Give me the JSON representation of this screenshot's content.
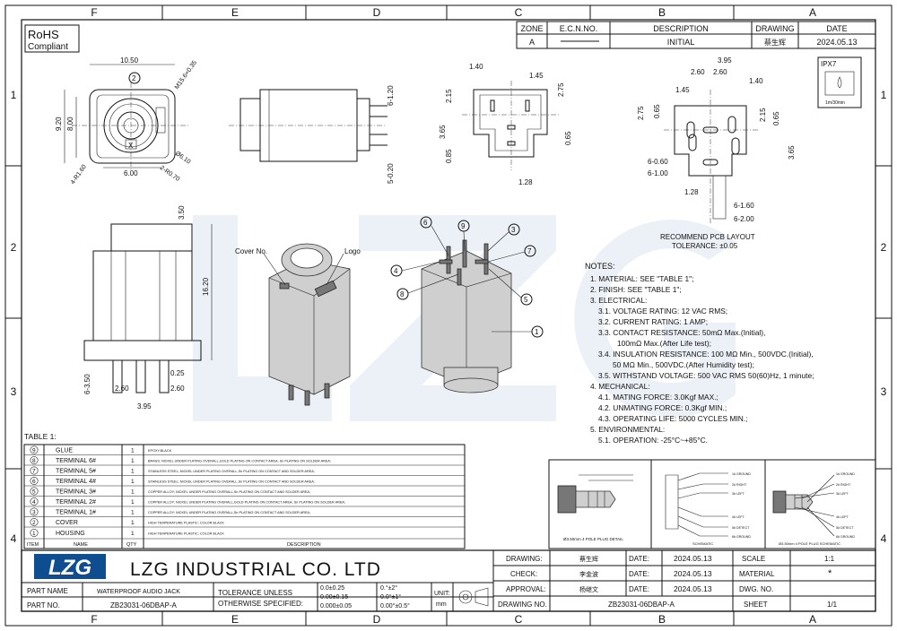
{
  "border": {
    "columns": [
      "F",
      "E",
      "D",
      "C",
      "B",
      "A"
    ],
    "rows": [
      "1",
      "2",
      "3",
      "4"
    ]
  },
  "rohs": {
    "line1": "RoHS",
    "line2": "Compliant"
  },
  "revision": {
    "headers": [
      "ZONE",
      "E.C.N.NO.",
      "DESCRIPTION",
      "DRAWING",
      "DATE"
    ],
    "row": {
      "zone": "A",
      "ecn": "",
      "description": "INITIAL",
      "drawing": "蔡生辉",
      "date": "2024.05.13"
    }
  },
  "dims_front": {
    "w": "10.50",
    "h1": "9.20",
    "h2": "8.00",
    "w2": "6.00",
    "thread": "M15.6×0.35",
    "dia": "Ø6.10",
    "r1": "4-R1.60",
    "r2": "2-R0.70",
    "balloon": "2",
    "mark": "X"
  },
  "dims_side": {
    "a": "6-1.20",
    "b": "5-0.20"
  },
  "dims_top": {
    "a": "1.40",
    "b": "1.45",
    "c": "2.75",
    "d": "2.15",
    "e": "3.65",
    "f": "0.85",
    "g": "0.65",
    "h": "1.28"
  },
  "pcb": {
    "dims": {
      "a": "3.95",
      "b": "2.60",
      "c": "2.60",
      "d": "1.45",
      "e": "1.40",
      "f": "2.75",
      "g": "0.65",
      "h": "2.15",
      "i": "0.65",
      "j": "3.65",
      "k": "6-0.60",
      "l": "6-1.00",
      "m": "1.28",
      "n": "6-1.60",
      "o": "6-2.00"
    },
    "title": "RECOMMEND PCB LAYOUT",
    "tolerance": "TOLERANCE: ±0.05",
    "ipx": "IPX7",
    "ipx_sub": "1m/30min"
  },
  "dims_front2": {
    "a": "3.50",
    "b": "16.20",
    "c": "0.25",
    "d": "6-3.50",
    "e": "2.60",
    "f": "2.60",
    "g": "3.95"
  },
  "iso_labels": {
    "cover": "Cover No.",
    "logo": "Logo"
  },
  "balloons": [
    "6",
    "9",
    "3",
    "7",
    "4",
    "8",
    "5",
    "1"
  ],
  "notes": {
    "title": "NOTES:",
    "lines": [
      "1. MATERIAL: SEE \"TABLE 1\";",
      "2. FINISH: SEE \"TABLE 1\";",
      "3. ELECTRICAL:",
      "3.1. VOLTAGE RATING: 12 VAC RMS;",
      "3.2. CURRENT RATING: 1 AMP;",
      "3.3. CONTACT RESISTANCE: 50mΩ Max.(Initial),",
      "100mΩ Max.(After Life test);",
      "3.4. INSULATION RESISTANCE: 100 MΩ Min., 500VDC.(Initial),",
      "50 MΩ Min., 500VDC.(After Humidity test);",
      "3.5. WITHSTAND VOLTAGE: 500 VAC RMS 50(60)Hz, 1 minute;",
      "4. MECHANICAL:",
      "4.1. MATING FORCE: 3.0Kgf MAX.;",
      "4.2. UNMATING FORCE: 0.3Kgf MIN.;",
      "4.3. OPERATING LIFE: 5000 CYCLES MIN.;",
      "5. ENVIRONMENTAL:",
      "5.1. OPERATION: -25°C~+85°C."
    ]
  },
  "table1": {
    "title": "TABLE 1:",
    "headers": [
      "ITEM",
      "NAME",
      "QTY",
      "DESCRIPTION"
    ],
    "rows": [
      {
        "item": "9",
        "name": "GLUE",
        "qty": "1",
        "desc": "EPOXY,BLACK"
      },
      {
        "item": "8",
        "name": "TERMINAL 6#",
        "qty": "1",
        "desc": "BRASS; NICKEL UNDER PLATING OVERALL,GOLD PLATING ON CONTACT AREA, Sn PLATING ON SOLDER AREA;"
      },
      {
        "item": "7",
        "name": "TERMINAL 5#",
        "qty": "1",
        "desc": "STAINLESS STEEL; NICKEL UNDER PLATING OVERALL,Sn PLATING ON CONTACT AND SOLDER AREA;"
      },
      {
        "item": "6",
        "name": "TERMINAL 4#",
        "qty": "1",
        "desc": "STAINLESS STEEL; NICKEL UNDER PLATING OVERALL,Sn PLATING ON CONTACT AND SOLDER AREA;"
      },
      {
        "item": "5",
        "name": "TERMINAL 3#",
        "qty": "1",
        "desc": "COPPER ALLOY; NICKEL UNDER PLATING OVERALL,Sn PLATING ON CONTACT AND SOLDER AREA;"
      },
      {
        "item": "4",
        "name": "TERMINAL 2#",
        "qty": "1",
        "desc": "COPPER ALLOY; NICKEL UNDER PLATING OVERALL,GOLD PLATING ON CONTACT AREA, Sn PLATING ON SOLDER AREA;"
      },
      {
        "item": "3",
        "name": "TERMINAL 1#",
        "qty": "1",
        "desc": "COPPER ALLOY; NICKEL UNDER PLATING OVERALL,Sn PLATING ON CONTACT AND SOLDER AREA;"
      },
      {
        "item": "2",
        "name": "COVER",
        "qty": "1",
        "desc": "HIGH TEMPERATURE PLASTIC; COLOR BLACK"
      },
      {
        "item": "1",
        "name": "HOUSING",
        "qty": "1",
        "desc": "HIGH TEMPERATURE PLASTIC; COLOR BLACK"
      }
    ]
  },
  "plug": {
    "left_caption": "Ø3.50mm 4 POLE PLUG DETAIL",
    "mid_caption": "SCHEMATIC",
    "right_caption": "Ø3.50mm 4 POLE PLUG SCHEMATIC",
    "mid_labels": [
      "1# GROUND",
      "2# RIGHT",
      "3# LEFT",
      "4# LEFT",
      "5# DETECT",
      "6# GROUND"
    ],
    "right_labels": [
      "1# GROUND",
      "2# RIGHT",
      "3# LEFT",
      "4# LEFT",
      "5# DETECT",
      "6# GROUND"
    ]
  },
  "titleblock": {
    "logo": "LZG",
    "company": "LZG INDUSTRIAL CO. LTD",
    "part_name_label": "PART NAME",
    "part_name": "WATERPROOF AUDIO JACK",
    "part_no_label": "PART NO.",
    "part_no": "ZB23031-06DBAP-A",
    "tol_l1": "TOLERANCE UNLESS",
    "tol_l2": "OTHERWISE SPECIFIED:",
    "tol_a": [
      "0.0±0.25",
      "0.00±0.15",
      "0.000±0.05"
    ],
    "tol_b": [
      "0.°±2°",
      "0.0°±1°",
      "0.00°±0.5°"
    ],
    "unit_label": "UNIT:",
    "unit": "mm",
    "drawing_label": "DRAWING:",
    "drawing_name": "蔡生辉",
    "check_label": "CHECK:",
    "check_name": "李金波",
    "approval_label": "APPROVAL:",
    "approval_name": "杨继文",
    "date_label": "DATE:",
    "date1": "2024.05.13",
    "date2": "2024.05.13",
    "date3": "2024.05.13",
    "drawing_no_label": "DRAWING NO.",
    "drawing_no": "ZB23031-06DBAP-A",
    "scale_label": "SCALE",
    "scale": "1:1",
    "material_label": "MATERIAL",
    "material": "*",
    "dwg_no_label": "DWG. NO.",
    "sheet_label": "SHEET",
    "sheet": "1/1"
  }
}
